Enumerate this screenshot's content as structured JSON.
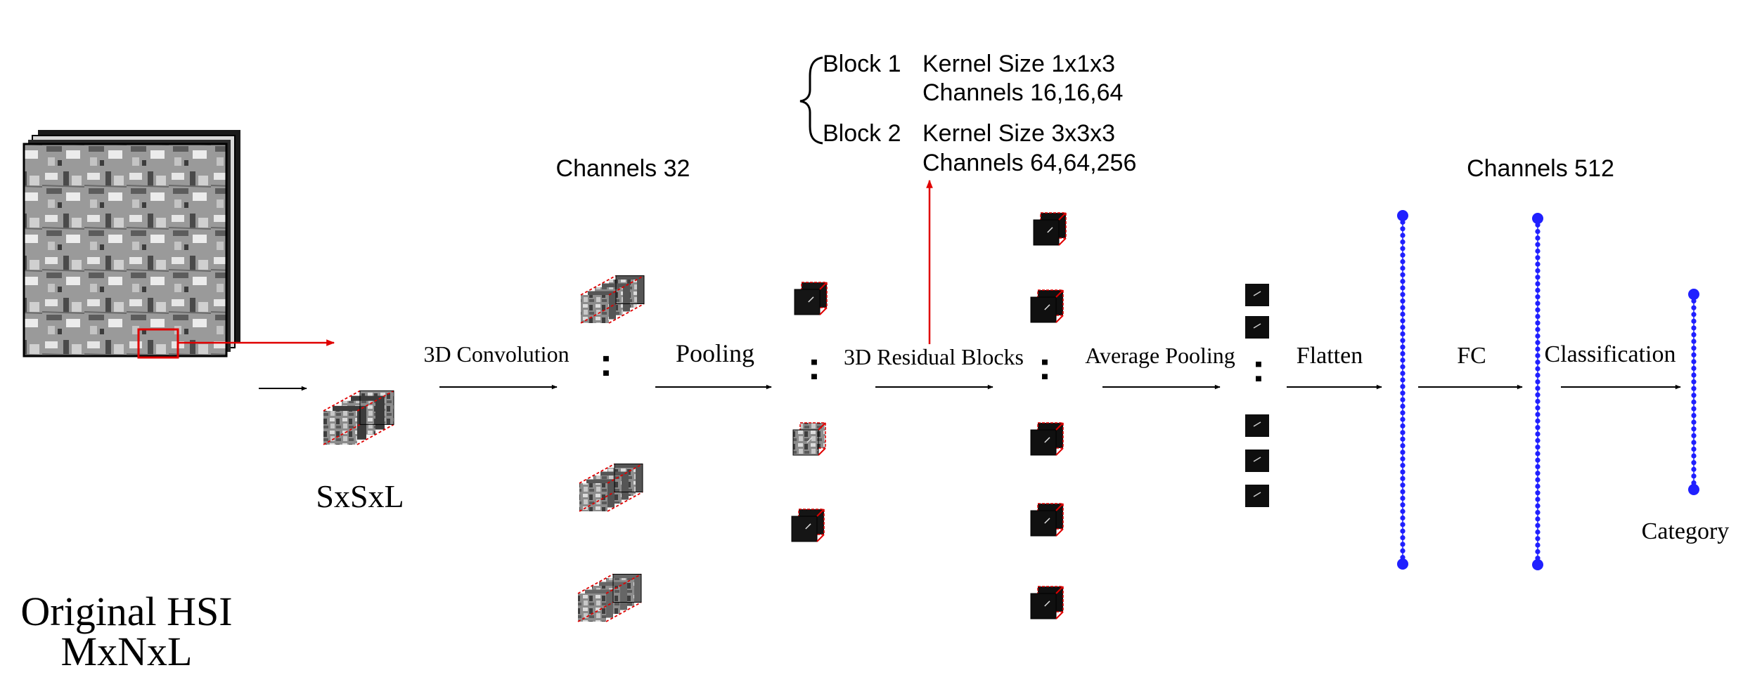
{
  "colors": {
    "arrow_black": "#000000",
    "arrow_red": "#e00000",
    "neuron_blue": "#2020ff",
    "cube_outline": "#e00000"
  },
  "input": {
    "title_line1": "Original HSI",
    "title_line2": "MxNxL"
  },
  "patch": {
    "label": "SxSxL"
  },
  "stages": {
    "conv": {
      "label": "3D Convolution",
      "channels": "Channels 32"
    },
    "pool": {
      "label": "Pooling"
    },
    "residual": {
      "label": "3D Residual Blocks"
    },
    "avgpool": {
      "label": "Average Pooling"
    },
    "flatten": {
      "label": "Flatten",
      "channels": "Channels 512"
    },
    "fc": {
      "label": "FC"
    },
    "classification": {
      "label": "Classification"
    },
    "output": {
      "label": "Category"
    }
  },
  "blocks": [
    {
      "name": "Block 1",
      "kernel": "Kernel Size 1x1x3",
      "channels": "Channels 16,16,64"
    },
    {
      "name": "Block 2",
      "kernel": "Kernel Size 3x3x3",
      "channels": "Channels 64,64,256"
    }
  ],
  "ellipsis": ":"
}
